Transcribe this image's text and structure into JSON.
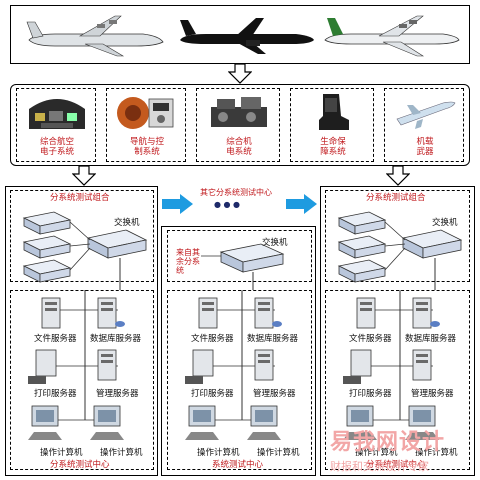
{
  "top_aircraft": [
    {
      "name": "aircraft-transport"
    },
    {
      "name": "aircraft-bomber"
    },
    {
      "name": "aircraft-tanker"
    }
  ],
  "subsystems": [
    {
      "label1": "综合航空",
      "label2": "电子系统"
    },
    {
      "label1": "导航与控",
      "label2": "制系统"
    },
    {
      "label1": "综合机",
      "label2": "电系统"
    },
    {
      "label1": "生命保",
      "label2": "障系统"
    },
    {
      "label1": "机载",
      "label2": "武器"
    }
  ],
  "middle_link": {
    "text": "其它分系统测试中心",
    "dots": "●  ●  ●"
  },
  "test_centers": [
    {
      "group_title": "分系统测试组合",
      "switch_label": "交换机",
      "servers": [
        "文件服务器",
        "数据库服务器",
        "打印服务器",
        "管理服务器"
      ],
      "terminals": "操作计算机",
      "footer": "分系统测试中心"
    },
    {
      "group_title": "",
      "switch_label": "交换机",
      "incoming_label": [
        "来自其",
        "余分系",
        "统"
      ],
      "servers": [
        "文件服务器",
        "数据库服务器",
        "打印服务器",
        "管理服务器"
      ],
      "terminals": "操作计算机",
      "footer": "系统测试中心"
    },
    {
      "group_title": "分系统测试组合",
      "switch_label": "交换机",
      "servers": [
        "文件服务器",
        "数据库服务器",
        "打印服务器",
        "管理服务器"
      ],
      "terminals": "操作计算机",
      "footer": "分系统测试中心"
    }
  ],
  "watermark": {
    "line1": "易我网设计",
    "line2": "财报和交流设计专家"
  },
  "colors": {
    "red": "#c0181c",
    "arrow_blue": "#1e9be0",
    "border": "#000000"
  }
}
